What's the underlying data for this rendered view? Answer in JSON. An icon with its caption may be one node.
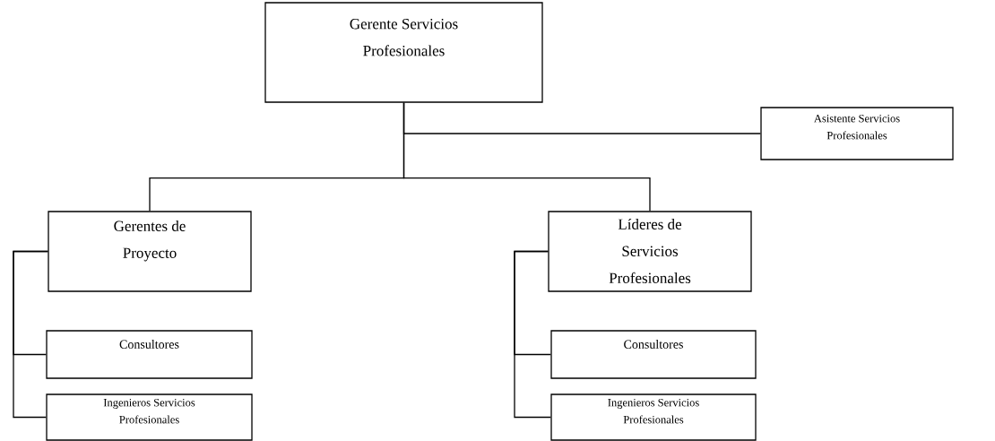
{
  "diagram": {
    "nodes": [
      {
        "text": [
          "Gerente Servicios Profesionales"
        ]
      },
      {
        "text": [
          "Asistente Servicios Profesionales"
        ]
      },
      {
        "text": [
          "Gerentes de Proyecto"
        ]
      },
      {
        "text": [
          "Líderes de Servicios Profesionales"
        ]
      },
      {
        "text": [
          "Consultores"
        ]
      },
      {
        "text": [
          "Ingenieros Servicios Profesionales"
        ]
      },
      {
        "text": [
          "Consultores"
        ]
      },
      {
        "text": [
          "Ingenieros Servicios Profesionales"
        ]
      }
    ],
    "edges": [
      {
        "from": 0,
        "to": 1,
        "arrow": "none"
      },
      {
        "from": 0,
        "to": 2,
        "arrow": "none"
      },
      {
        "from": 0,
        "to": 3,
        "arrow": "none"
      },
      {
        "from": 2,
        "to": 4,
        "arrow": "none"
      },
      {
        "from": 2,
        "to": 5,
        "arrow": "none"
      },
      {
        "from": 3,
        "to": 6,
        "arrow": "none"
      },
      {
        "from": 3,
        "to": 7,
        "arrow": "none"
      }
    ]
  }
}
